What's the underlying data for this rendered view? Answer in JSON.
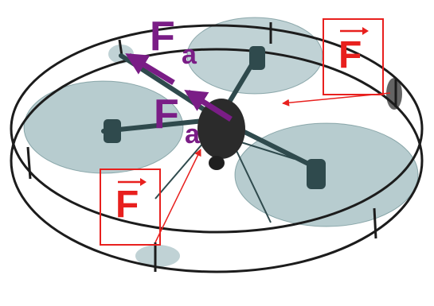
{
  "diagram": {
    "thrust_force_symbol": "F",
    "air_force_symbol": "F",
    "air_force_subscript": "a",
    "colors": {
      "force_red": "#e8201e",
      "air_force_purple": "#7a1d86",
      "frame": "#1c1c1c",
      "rotor_disc": "#4a7f86",
      "body": "#2b2b2b"
    },
    "icons": [
      "drone-body-icon",
      "rotor-disc-icon",
      "protective-ring-icon",
      "vector-arrow-icon"
    ]
  }
}
